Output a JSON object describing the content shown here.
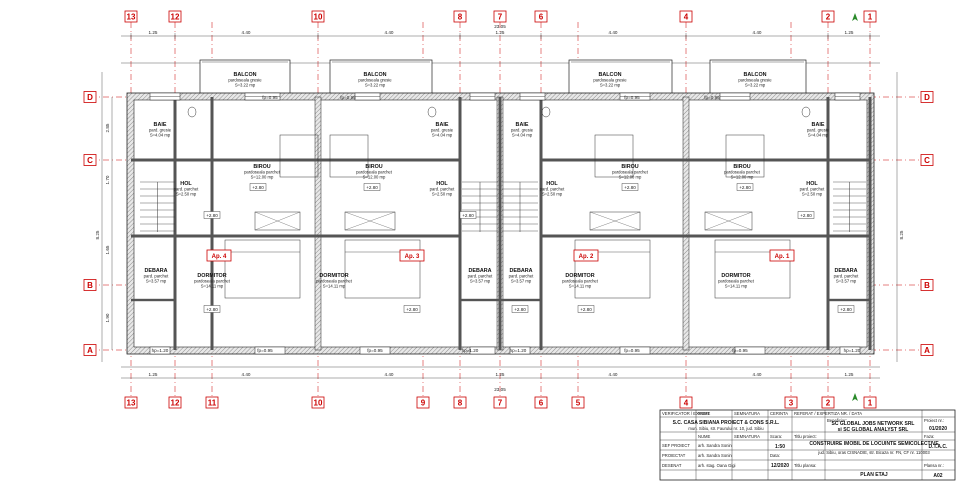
{
  "axes": {
    "top": [
      "13",
      "12",
      "10",
      "8",
      "7",
      "6",
      "4",
      "2",
      "1"
    ],
    "bottom": [
      "13",
      "12",
      "11",
      "10",
      "9",
      "8",
      "7",
      "6",
      "5",
      "4",
      "3",
      "2",
      "1"
    ],
    "rows": [
      "D",
      "C",
      "B",
      "A"
    ]
  },
  "dims": {
    "overall_top": "23.05",
    "overall_bottom": "23.05",
    "bays_top": [
      "1.25",
      "4.40",
      "1.25",
      "4.40",
      "1.25",
      "4.40",
      "1.25",
      "4.40",
      "1.25"
    ],
    "left_total": "8.25",
    "left_parts": [
      "2.85",
      "1.70",
      "1.65",
      "1.90"
    ]
  },
  "rooms": {
    "balcon": {
      "name": "BALCON",
      "finish": "pardoseala gresie",
      "area": "S=3.22 mp"
    },
    "baie": {
      "name": "BAIE",
      "finish": "pard. gresie",
      "area": "S=4.04 mp"
    },
    "birou": {
      "name": "BIROU",
      "finish": "pardoseala parchet",
      "area": "S=12.00 mp"
    },
    "hol": {
      "name": "HOL",
      "finish": "pard. parchet",
      "area": "S=2.50 mp"
    },
    "debara": {
      "name": "DEBARA",
      "finish": "pard. parchet",
      "area": "S=3.57 mp"
    },
    "dormitor": {
      "name": "DORMITOR",
      "finish": "pardoseala parchet",
      "area": "S=14.11 mp"
    }
  },
  "apartments": [
    "Ap. 4",
    "Ap. 3",
    "Ap. 2",
    "Ap. 1"
  ],
  "levels": [
    "+2.80"
  ],
  "windows": [
    "fp=0.95",
    "hp=1.20"
  ],
  "title_block": {
    "header": [
      "VERIFICATOR / EXPERT",
      "NUME",
      "SEMNATURA",
      "CERINTA",
      "REFERAT / EXPERTIZA NR. / DATA"
    ],
    "company": "S.C. CASA SIBIANA PROIECT & CONS S.R.L.",
    "company_addr": "mun. Sibiu, str. Faurului nr. 10, jud. Sibiu",
    "beneficiary_label": "Beneficiar:",
    "beneficiary": "SC GLOBAL JOBS NETWORK SRL",
    "beneficiary2": "si SC GLOBAL ANALYST SRL",
    "project_no_label": "Proiect nr.:",
    "project_no": "01/2020",
    "role_header": [
      "NUME",
      "SEMNATURA",
      "Scara:"
    ],
    "roles": [
      {
        "role": "SEF PROIECT",
        "name": "arh. Sandra Sonin"
      },
      {
        "role": "PROIECTAT",
        "name": "arh. Sandra Sonin"
      },
      {
        "role": "DESENAT",
        "name": "arh. stag. Oana Gigi"
      }
    ],
    "scale": "1:50",
    "date_label": "Data:",
    "date": "12/2020",
    "project_title_label": "Titlu proiect:",
    "project_title": "CONSTRUIRE IMOBIL DE LOCUINTE SEMICOLECTIVE",
    "project_addr": "jud. Sibiu, oras CISNADIE, str. Bicaza nr. FN, CF nr. 110003",
    "phase_label": "Faza:",
    "phase": "D.T.A.C.",
    "plansa_title_label": "Titlu plansa:",
    "plansa_title": "PLAN ETAJ",
    "plansa_no_label": "Plansa nr.:",
    "plansa_no": "A02"
  },
  "colors": {
    "grid": "#cc0000",
    "wall": "#555555",
    "hatch": "#666666",
    "dim": "#333333"
  }
}
